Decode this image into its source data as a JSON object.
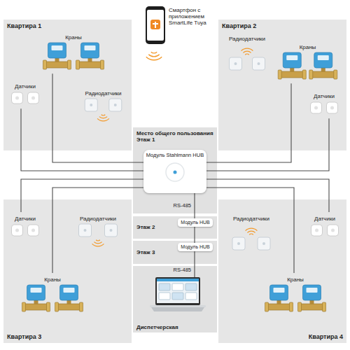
{
  "diagram": {
    "nodes": [
      {
        "text": [
          "Квартира 1"
        ]
      },
      {
        "text": [
          "Краны"
        ],
        "in": 0
      },
      {
        "text": [
          "Датчики"
        ],
        "in": 0
      },
      {
        "text": [
          "Радиодатчики"
        ],
        "in": 0
      },
      {
        "text": [
          "Смартфон с приложением SmartLife Tuya"
        ]
      },
      {
        "text": [
          "Квартира 2"
        ]
      },
      {
        "text": [
          "Радиодатчики"
        ],
        "in": 5
      },
      {
        "text": [
          "Краны"
        ],
        "in": 5
      },
      {
        "text": [
          "Датчики"
        ],
        "in": 5
      },
      {
        "text": [
          "Место общего пользования Этаж 1"
        ]
      },
      {
        "text": [
          "Модуль Stahlmann HUB"
        ],
        "in": 9
      },
      {
        "text": [
          "Этаж 2"
        ]
      },
      {
        "text": [
          "Модуль HUB"
        ],
        "in": 11
      },
      {
        "text": [
          "Этаж 3"
        ]
      },
      {
        "text": [
          "Модуль HUB"
        ],
        "in": 13
      },
      {
        "text": [
          "Диспетчерская"
        ]
      },
      {
        "text": [
          "Квартира 3"
        ]
      },
      {
        "text": [
          "Датчики"
        ],
        "in": 16
      },
      {
        "text": [
          "Радиодатчики"
        ],
        "in": 16
      },
      {
        "text": [
          "Краны"
        ],
        "in": 16
      },
      {
        "text": [
          "Квартира 4"
        ]
      },
      {
        "text": [
          "Радиодатчики"
        ],
        "in": 20
      },
      {
        "text": [
          "Датчики"
        ],
        "in": 20
      },
      {
        "text": [
          "Краны"
        ],
        "in": 20
      }
    ],
    "edges": [
      {
        "from": 1,
        "to": 10,
        "arrow": "none"
      },
      {
        "from": 2,
        "to": 10,
        "arrow": "none"
      },
      {
        "from": 7,
        "to": 10,
        "arrow": "none"
      },
      {
        "from": 8,
        "to": 10,
        "arrow": "none"
      },
      {
        "from": 17,
        "to": 10,
        "arrow": "none"
      },
      {
        "from": 19,
        "to": 10,
        "arrow": "none"
      },
      {
        "from": 22,
        "to": 10,
        "arrow": "none"
      },
      {
        "from": 23,
        "to": 10,
        "arrow": "none"
      },
      {
        "from": 10,
        "to": 12,
        "label": "RS-485",
        "arrow": "none"
      },
      {
        "from": 12,
        "to": 14,
        "arrow": "none"
      },
      {
        "from": 14,
        "to": 15,
        "label": "RS-485",
        "arrow": "none"
      }
    ]
  }
}
